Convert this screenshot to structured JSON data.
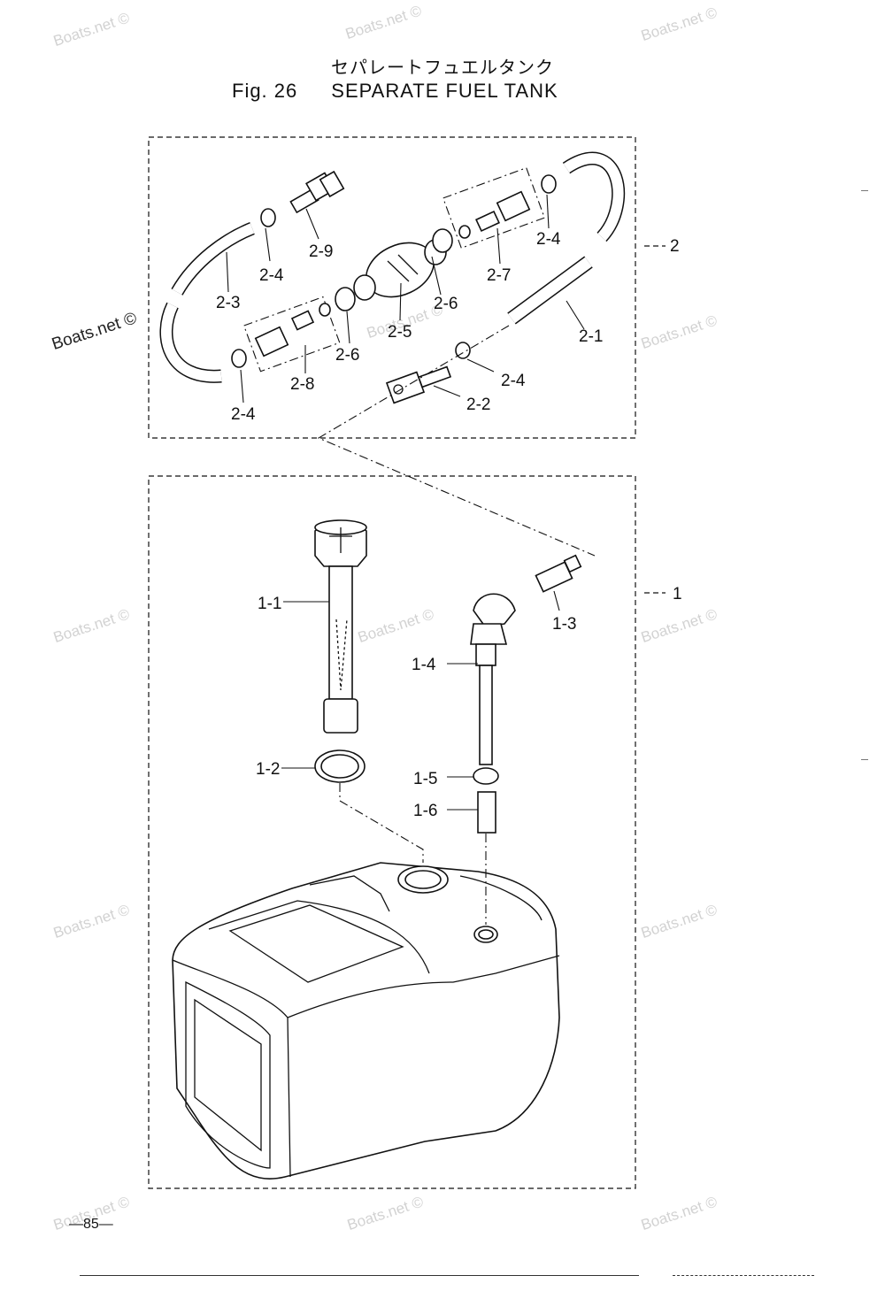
{
  "title": {
    "jp": "セパレートフュエルタンク",
    "fig": "Fig. 26",
    "en": "SEPARATE FUEL TANK"
  },
  "watermark": "Boats.net ©",
  "page_number": "—85—",
  "callouts": {
    "c2": "2",
    "c2_1": "2-1",
    "c2_2": "2-2",
    "c2_3": "2-3",
    "c2_4a": "2-4",
    "c2_4b": "2-4",
    "c2_4c": "2-4",
    "c2_4d": "2-4",
    "c2_5": "2-5",
    "c2_6a": "2-6",
    "c2_6b": "2-6",
    "c2_7": "2-7",
    "c2_8": "2-8",
    "c2_9": "2-9",
    "c1": "1",
    "c1_1": "1-1",
    "c1_2": "1-2",
    "c1_3": "1-3",
    "c1_4": "1-4",
    "c1_5": "1-5",
    "c1_6": "1-6"
  }
}
